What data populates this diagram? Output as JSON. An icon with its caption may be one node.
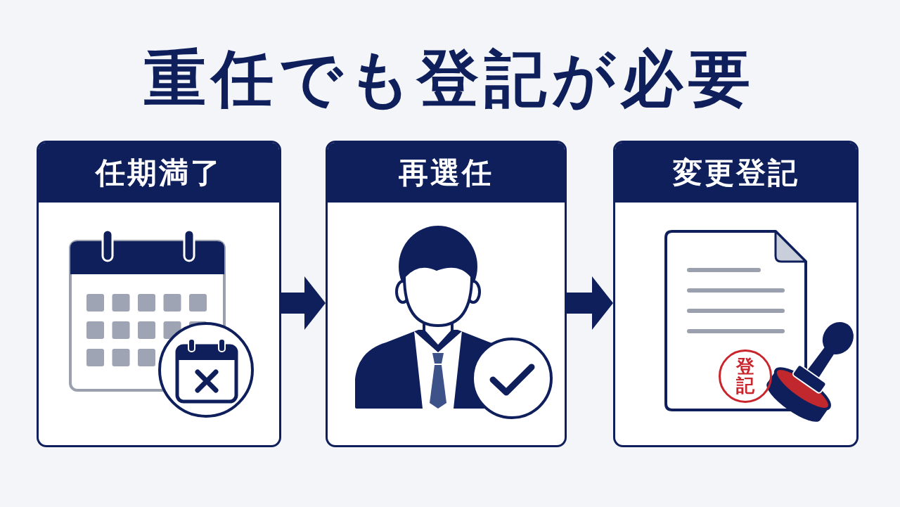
{
  "diagram": {
    "title": "重任でも登記が必要",
    "nodes": [
      {
        "text": [
          "任期満了"
        ]
      },
      {
        "text": [
          "再選任"
        ]
      },
      {
        "text": [
          "変更登記"
        ]
      },
      {
        "text": [
          "登記"
        ],
        "in": 2
      }
    ],
    "edges": [
      {
        "from": 0,
        "to": 1,
        "arrow": "to"
      },
      {
        "from": 1,
        "to": 2,
        "arrow": "to"
      }
    ]
  }
}
